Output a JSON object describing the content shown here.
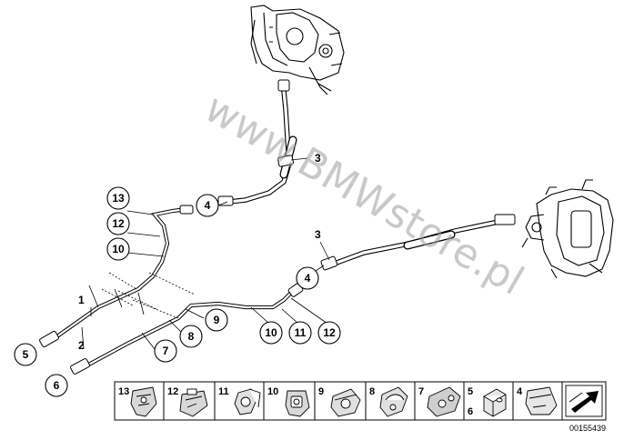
{
  "watermark": "www.BMWstore.pl",
  "reference_number": "00155439",
  "callouts": {
    "c13": "13",
    "c12a": "12",
    "c10a": "10",
    "c4a": "4",
    "c4b": "4",
    "c9": "9",
    "c8": "8",
    "c7": "7",
    "c5": "5",
    "c6": "6",
    "c10b": "10",
    "c11": "11",
    "c12b": "12"
  },
  "labels": {
    "l3a": "3",
    "l3b": "3",
    "l1": "1",
    "l2": "2"
  },
  "legend": [
    {
      "key": "13",
      "number": "13",
      "icon": "clip-13-icon"
    },
    {
      "key": "12",
      "number": "12",
      "icon": "clip-12-icon"
    },
    {
      "key": "11",
      "number": "11",
      "icon": "clip-11-icon"
    },
    {
      "key": "10",
      "number": "10",
      "icon": "clip-10-icon"
    },
    {
      "key": "9",
      "number": "9",
      "icon": "clip-9-icon"
    },
    {
      "key": "8",
      "number": "8",
      "icon": "clip-8-icon"
    },
    {
      "key": "7",
      "number": "7",
      "icon": "clip-7-icon"
    },
    {
      "key": "56",
      "number": "5",
      "number2": "6",
      "icon": "union-nut-icon"
    },
    {
      "key": "4",
      "number": "4",
      "icon": "bracket-4-icon"
    },
    {
      "key": "arrow",
      "icon": "arrow-icon"
    }
  ]
}
